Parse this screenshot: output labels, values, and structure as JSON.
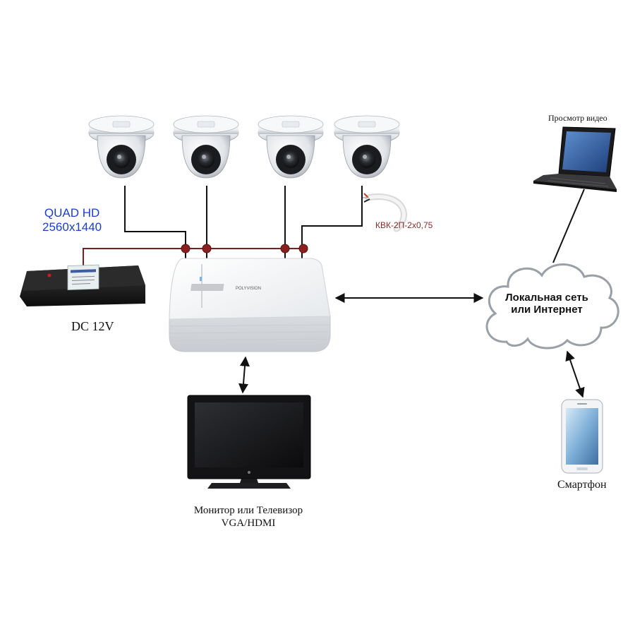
{
  "labels": {
    "resolution_line1": "QUAD HD",
    "resolution_line2": "2560x1440",
    "cable": "КВК-2П-2х0,75",
    "power": "DC 12V",
    "network_line1": "Локальная сеть",
    "network_line2": "или Интернет",
    "laptop": "Просмотр видео",
    "monitor_line1": "Монитор или Телевизор",
    "monitor_line2": "VGA/HDMI",
    "smartphone": "Смартфон"
  },
  "colors": {
    "resolution_text": "#1a3fd1",
    "cable_text": "#8b2a2a",
    "power_wire": "#7a1f1f",
    "junction": "#8b2020",
    "signal_wire": "#111111"
  },
  "icons": {
    "camera": "dome-camera-icon",
    "dvr": "dvr-recorder-icon",
    "psu": "power-supply-icon",
    "cable": "coax-cable-icon",
    "cloud": "cloud-icon",
    "laptop": "laptop-icon",
    "monitor": "monitor-icon",
    "phone": "smartphone-icon"
  }
}
